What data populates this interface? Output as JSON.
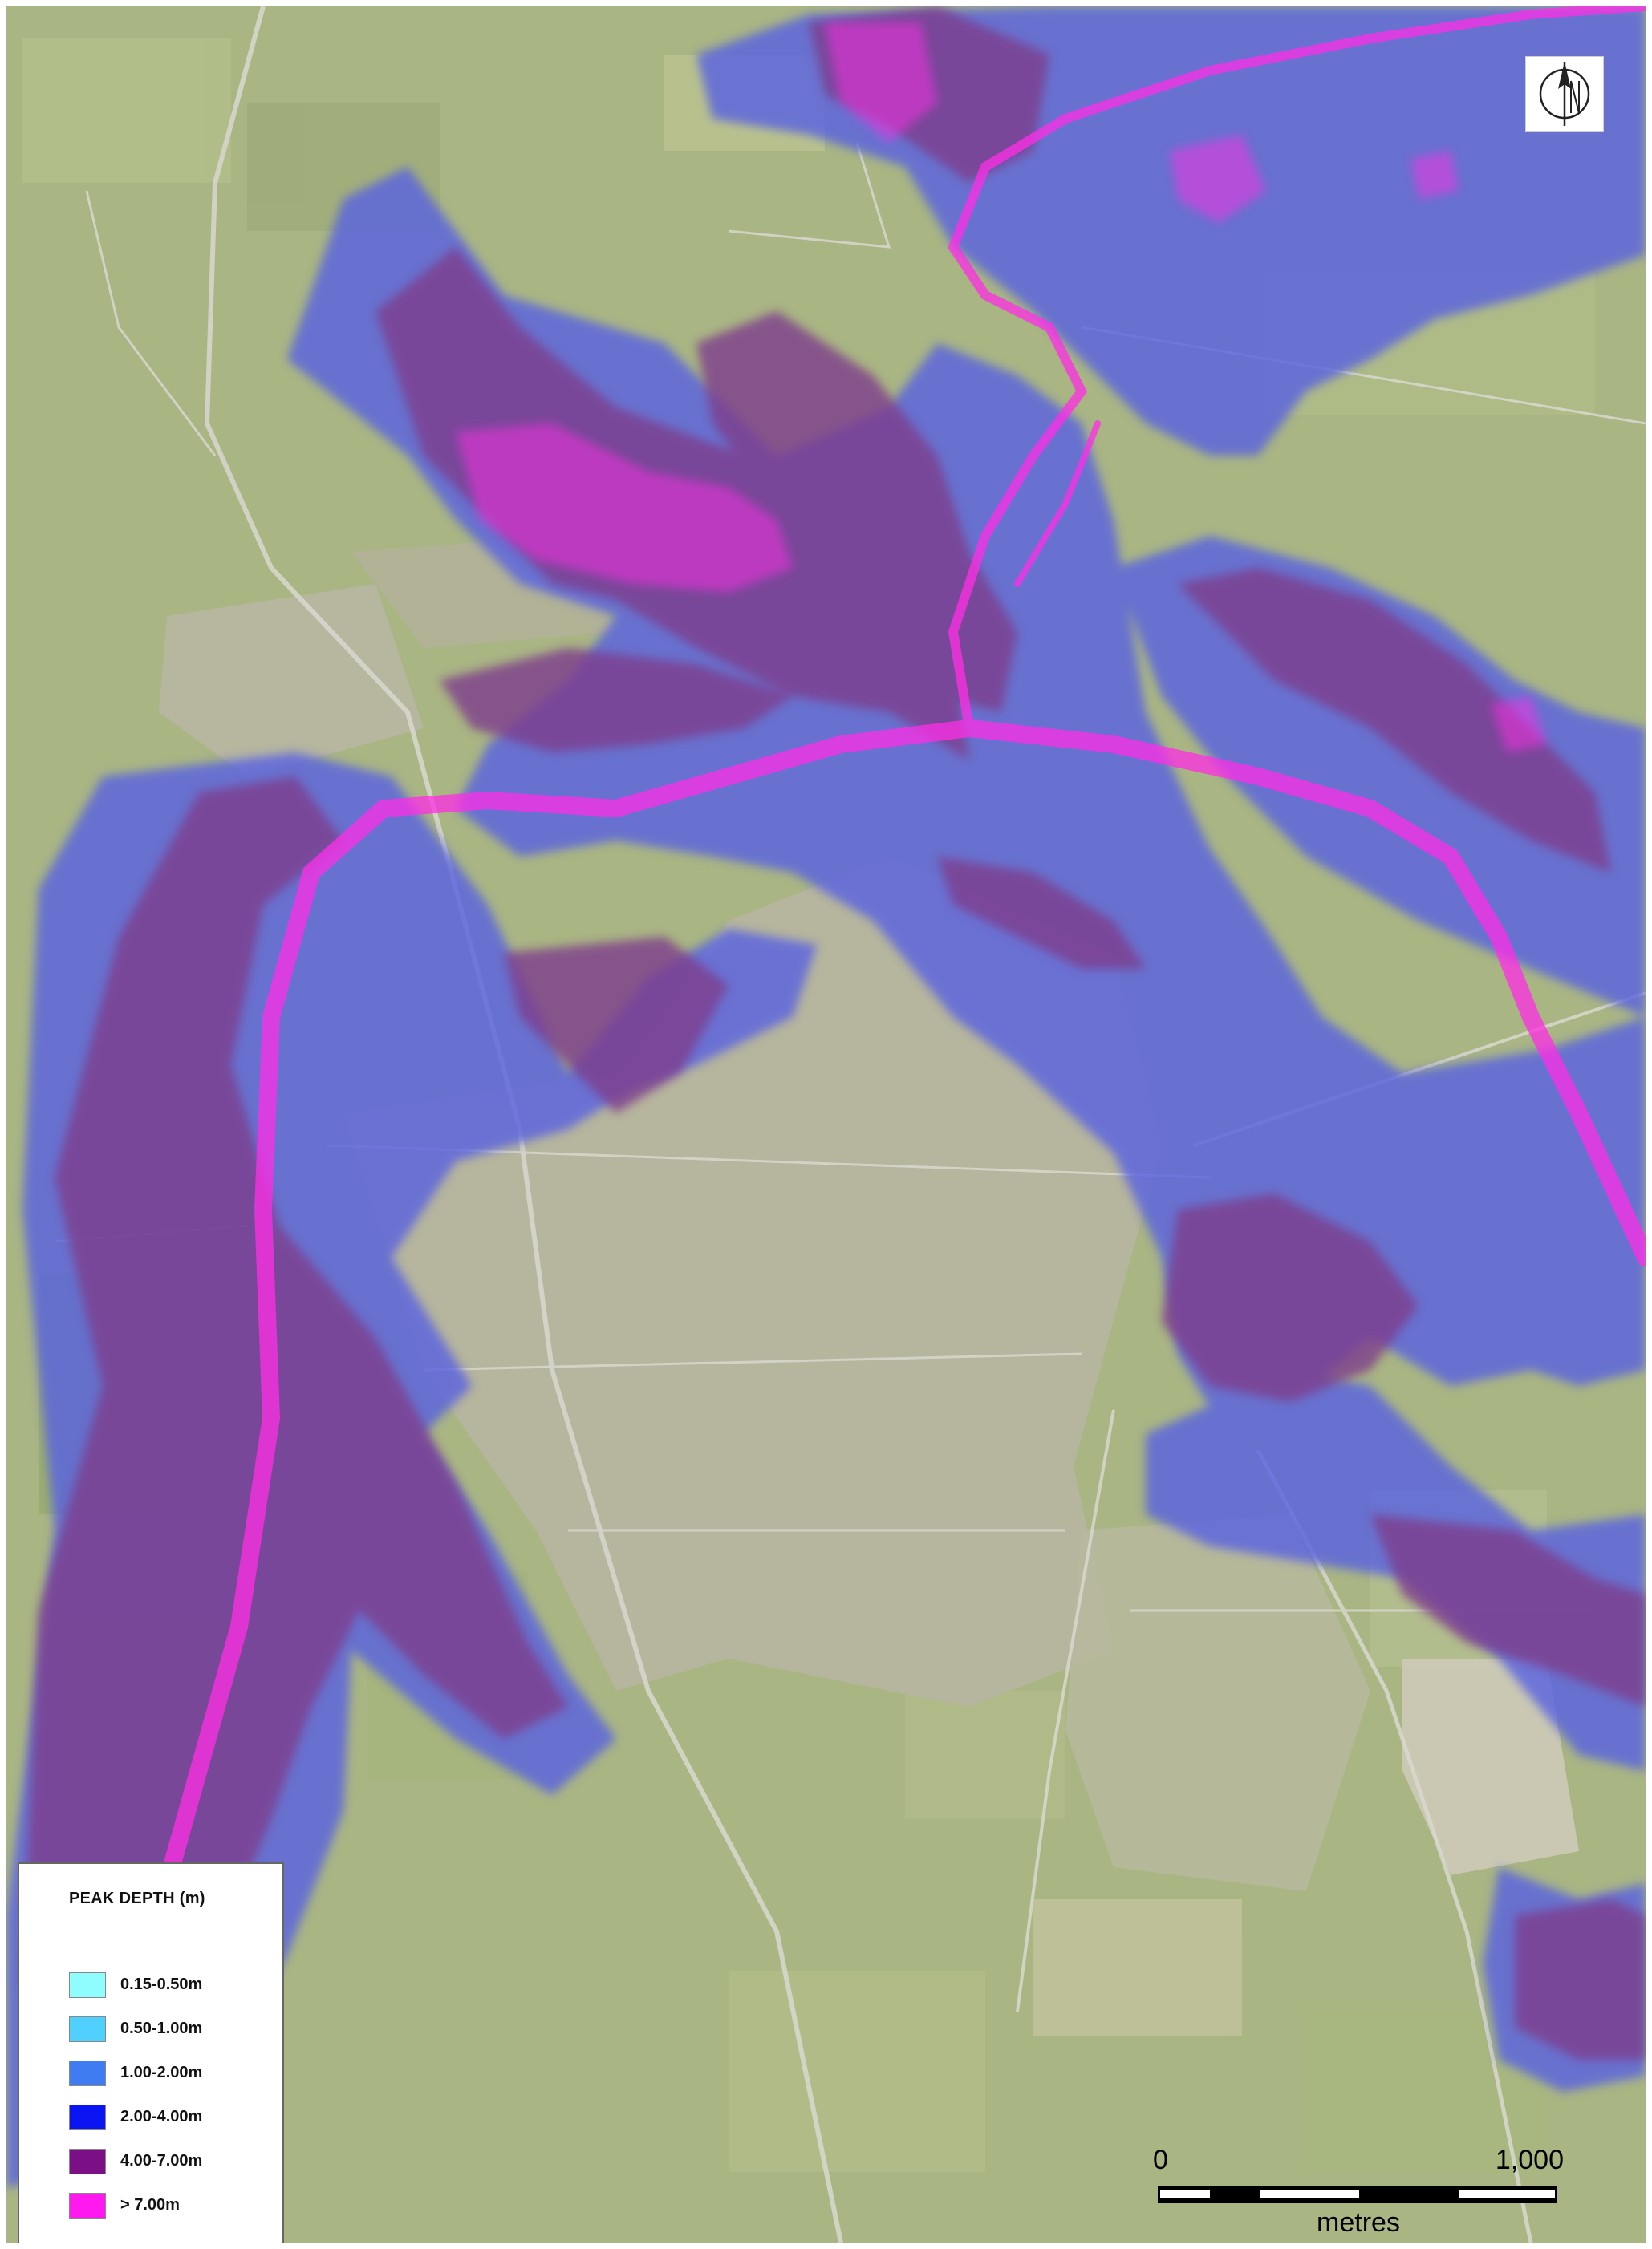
{
  "legend": {
    "title": "PEAK DEPTH (m)",
    "items": [
      {
        "label": "0.15-0.50m",
        "color": "#8ffcff"
      },
      {
        "label": "0.50-1.00m",
        "color": "#4fd0ff"
      },
      {
        "label": "1.00-2.00m",
        "color": "#3f7cf2"
      },
      {
        "label": "2.00-4.00m",
        "color": "#0a14f2"
      },
      {
        "label": "4.00-7.00m",
        "color": "#7a0f86"
      },
      {
        "label": "> 7.00m",
        "color": "#ff19ee"
      }
    ]
  },
  "scale_bar": {
    "start_label": "0",
    "end_label": "1,000",
    "unit_label": "metres"
  },
  "north_arrow": {
    "icon": "north-arrow-icon"
  },
  "colors": {
    "background_aerial": "#a9b583",
    "flood_shallow": "#5a64e0",
    "flood_deep": "#7e3d8c",
    "flood_channel": "#ff2ee6"
  }
}
